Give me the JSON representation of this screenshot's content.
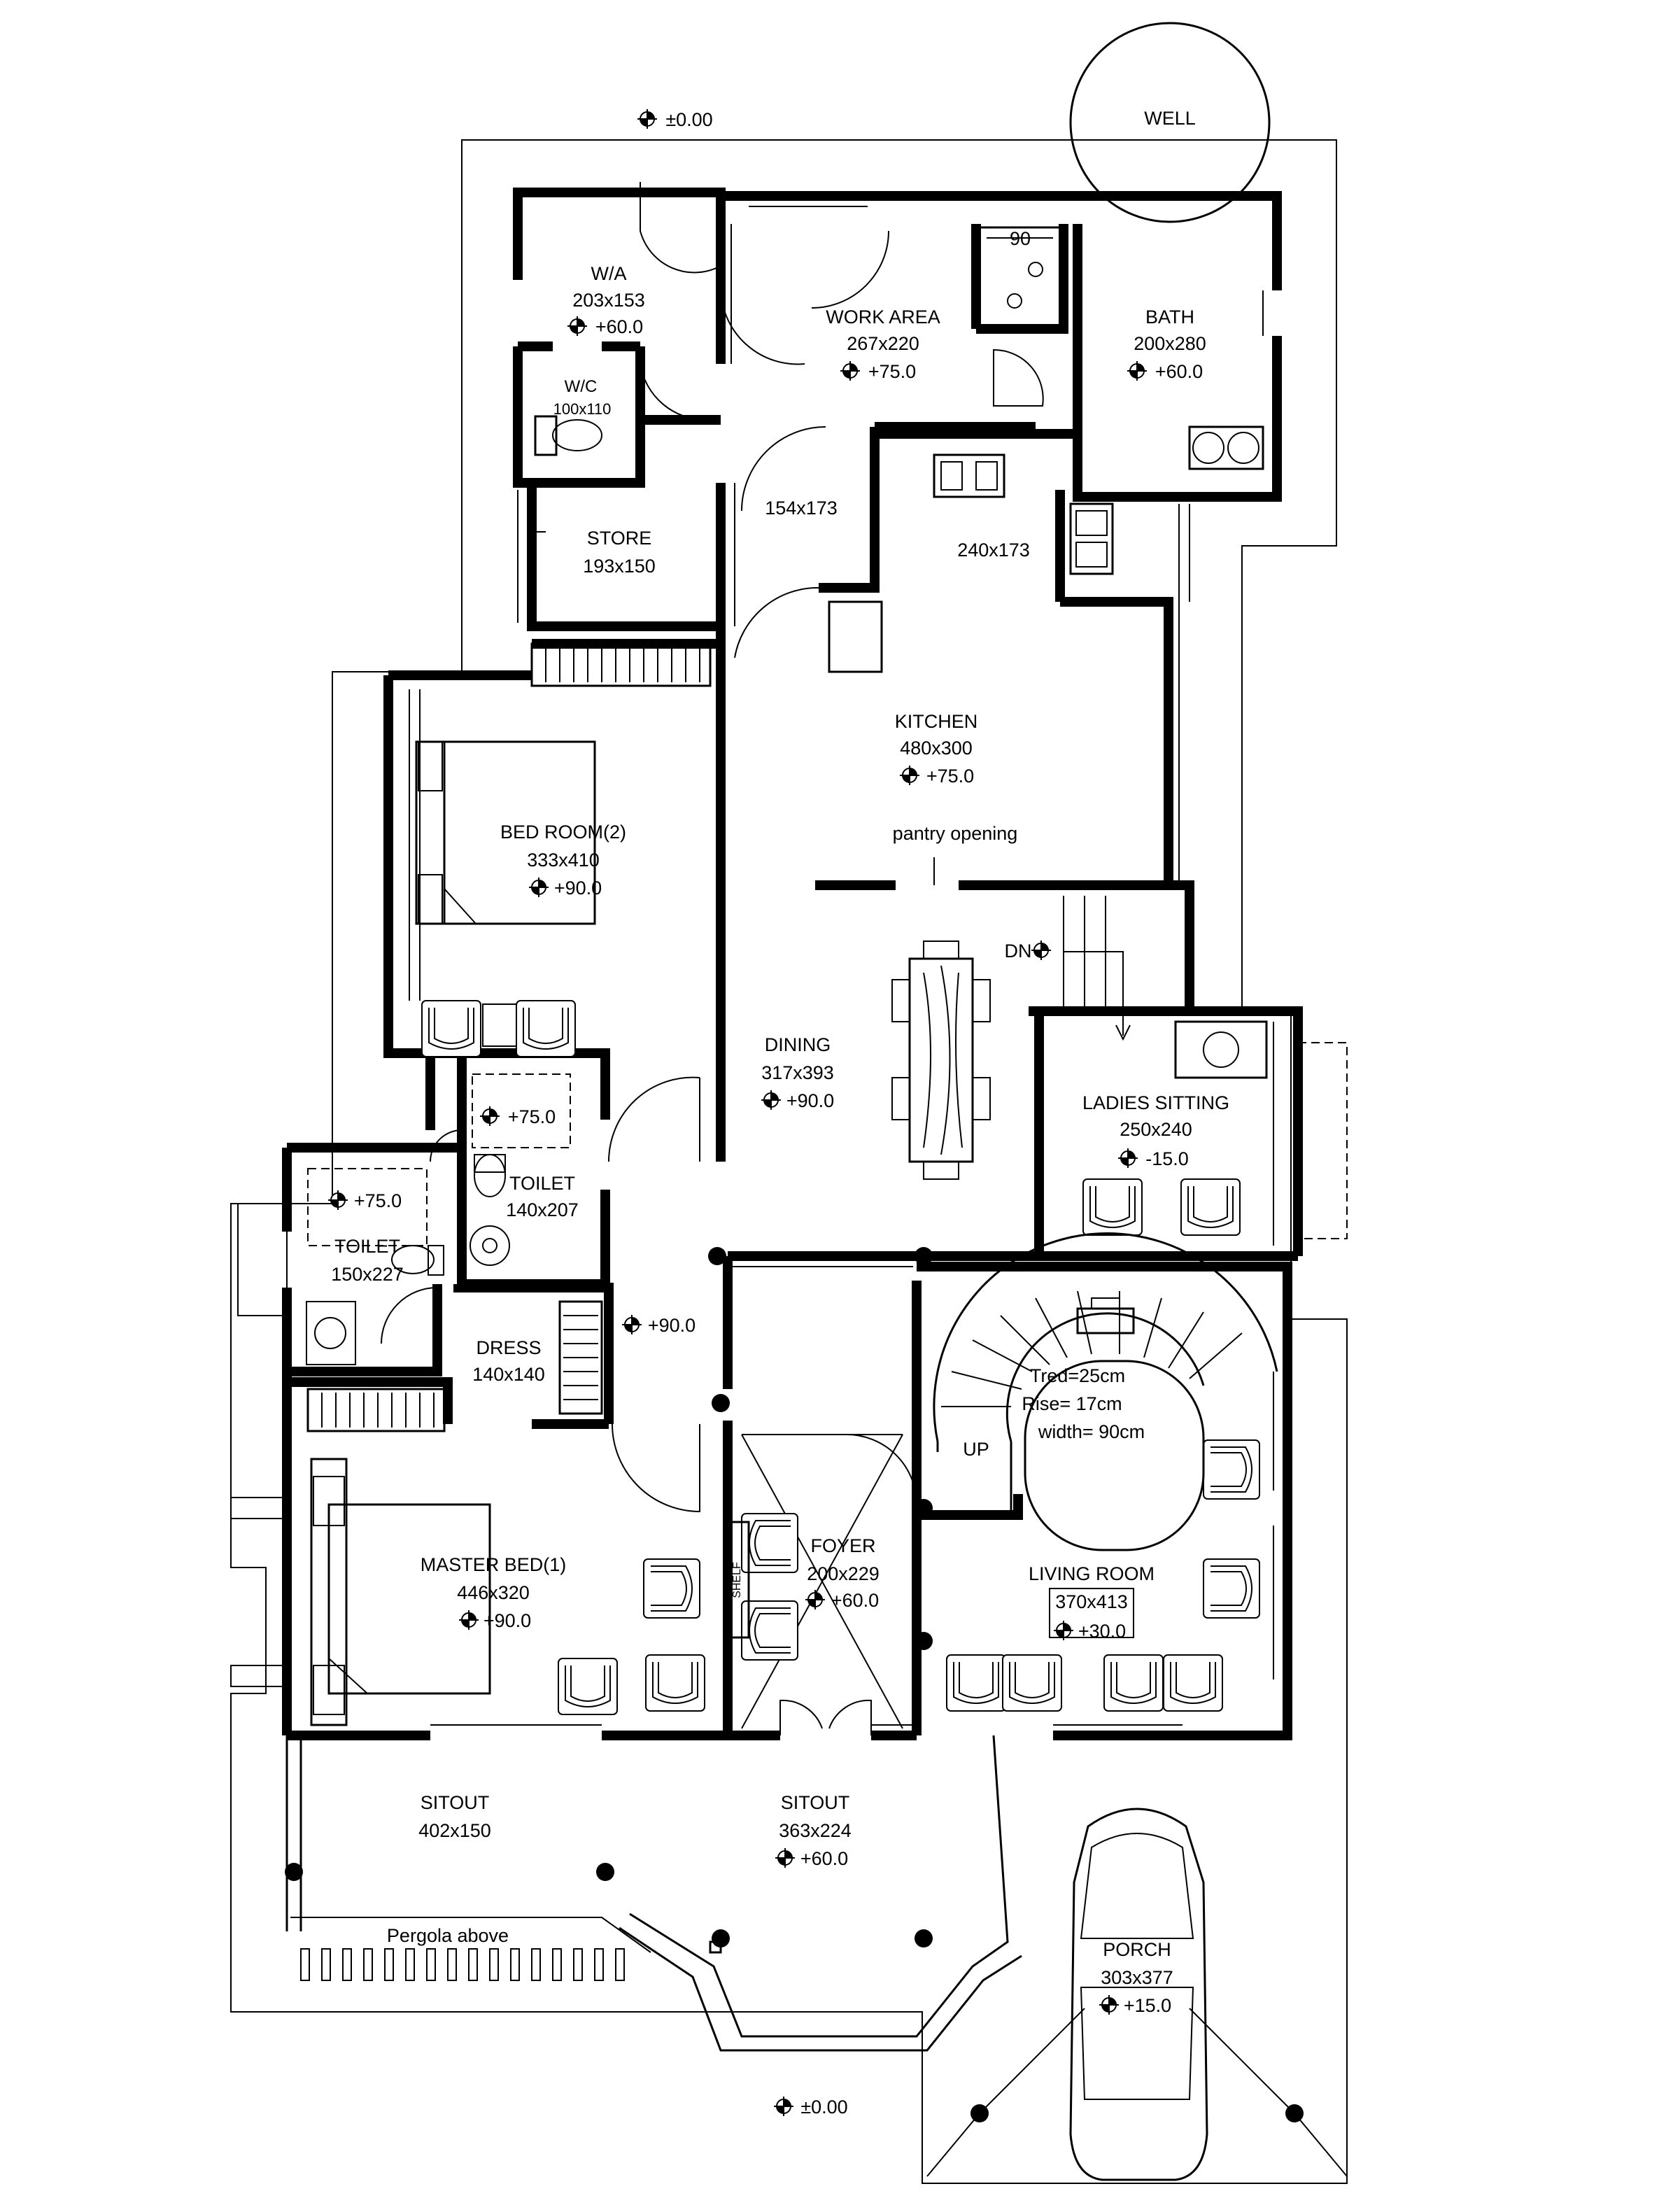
{
  "title": "",
  "levels": {
    "top_site": "±0.00",
    "bottom_site": "±0.00"
  },
  "rooms": {
    "well": {
      "name": "WELL"
    },
    "wa": {
      "name": "W/A",
      "size": "203x153",
      "level": "+60.0"
    },
    "wc": {
      "name": "W/C",
      "size": "100x110"
    },
    "work_area": {
      "name": "WORK AREA",
      "size": "267x220",
      "level": "+75.0"
    },
    "work_dim": {
      "size": "90"
    },
    "bath": {
      "name": "BATH",
      "size": "200x280",
      "level": "+60.0"
    },
    "store": {
      "name": "STORE",
      "size": "193x150"
    },
    "passage": {
      "size": "154x173"
    },
    "kitchen_ext": {
      "size": "240x173"
    },
    "kitchen": {
      "name": "KITCHEN",
      "size": "480x300",
      "level": "+75.0",
      "note": "pantry opening"
    },
    "bed2": {
      "name": "BED ROOM(2)",
      "size": "333x410",
      "level": "+90.0"
    },
    "dining": {
      "name": "DINING",
      "size": "317x393",
      "level": "+90.0"
    },
    "dn": {
      "label": "DN"
    },
    "ladies": {
      "name": "LADIES SITTING",
      "size": "250x240",
      "level": "-15.0"
    },
    "toilet2": {
      "name": "TOILET",
      "size": "140x207",
      "level": "+75.0"
    },
    "toilet1": {
      "name": "TOILET",
      "size": "150x227",
      "level": "+75.0"
    },
    "dress": {
      "name": "DRESS",
      "size": "140x140"
    },
    "corridor": {
      "level": "+90.0"
    },
    "stairs": {
      "tread": "Tred=25cm",
      "rise": "Rise= 17cm",
      "width": "width= 90cm",
      "up": "UP"
    },
    "master": {
      "name": "MASTER BED(1)",
      "size": "446x320",
      "level": "+90.0"
    },
    "foyer": {
      "name": "FOYER",
      "size": "200x229",
      "level": "+60.0",
      "shelf": "SHELF"
    },
    "living": {
      "name": "LIVING ROOM",
      "size": "370x413",
      "level": "+30.0"
    },
    "sitout1": {
      "name": "SITOUT",
      "size": "402x150"
    },
    "sitout2": {
      "name": "SITOUT",
      "size": "363x224",
      "level": "+60.0"
    },
    "pergola": {
      "label": "Pergola above"
    },
    "porch": {
      "name": "PORCH",
      "size": "303x377",
      "level": "+15.0"
    }
  }
}
